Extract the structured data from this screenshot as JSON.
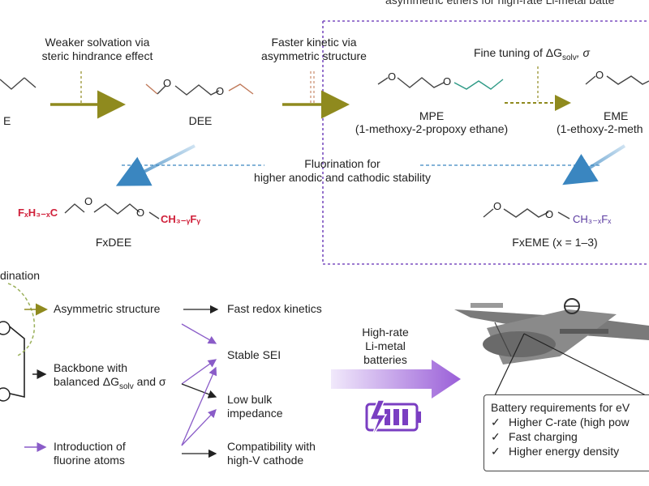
{
  "top": {
    "header_cut": "asymmetric ethers for high-rate Li-metal batte",
    "mol_e_cut": "E",
    "weaker_solvation": [
      "Weaker solvation via",
      "steric hindrance effect"
    ],
    "dee_label": "DEE",
    "faster_kinetic": [
      "Faster kinetic via",
      "asymmetric structure"
    ],
    "fine_tuning": "Fine tuning of ΔG",
    "fine_tuning_sub": "solv",
    "fine_tuning_tail": ", σ",
    "mpe_label": "MPE",
    "mpe_name": "(1-methoxy-2-propoxy ethane)",
    "eme_label": "EME",
    "eme_name": "(1-ethoxy-2-meth",
    "fluorination": [
      "Fluorination for",
      "higher anodic and cathodic stability"
    ],
    "fxdee_left": "FₓH₃₋ₓC",
    "fxdee_right": "CH₃₋ᵧFᵧ",
    "fxdee_label": "FxDEE",
    "fxeme_right": "CH₃₋ₓFₓ",
    "fxeme_label": "FxEME (x = 1–3)"
  },
  "bottom": {
    "dination_cut": "dination",
    "asym": "Asymmetric structure",
    "backbone": [
      "Backbone with",
      "balanced ΔG"
    ],
    "backbone_sub": "solv",
    "backbone_tail": " and σ",
    "fluorine": [
      "Introduction of",
      "fluorine atoms"
    ],
    "fast_redox": "Fast redox kinetics",
    "stable_sei": "Stable SEI",
    "low_bulk": [
      "Low bulk",
      "impedance"
    ],
    "compat": [
      "Compatibility with",
      "high-V cathode"
    ],
    "highrate": [
      "High-rate",
      "Li-metal",
      "batteries"
    ],
    "req_title": "Battery requirements for eV",
    "req_items": [
      "Higher C-rate (high pow",
      "Fast charging",
      "Higher energy density"
    ],
    "check": "✓"
  },
  "colors": {
    "olive": "#8f8a1e",
    "purple": "#8a5cc8",
    "blue": "#3a86c0",
    "red": "#d0203a",
    "dashed_box": "#7b4fc0",
    "battery": "#7a3ec2",
    "molecule": "#444444"
  }
}
